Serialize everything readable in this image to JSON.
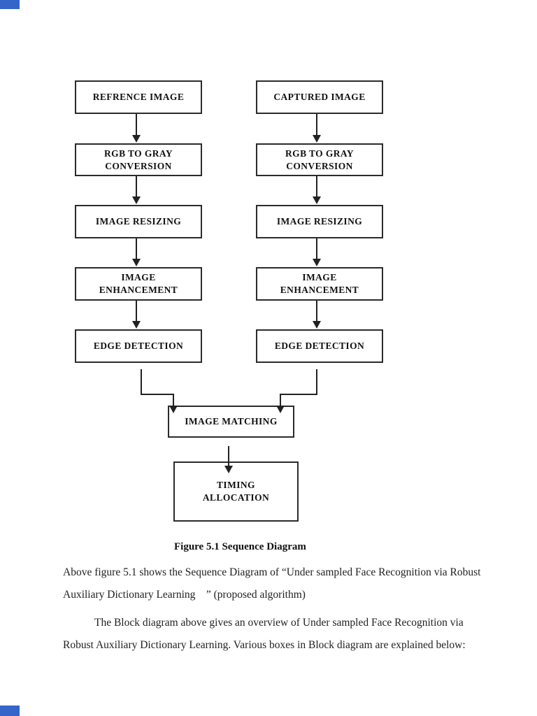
{
  "colors": {
    "corner_marker": "#3565c9",
    "box_border": "#2b2b2b",
    "text": "#1a1a1a"
  },
  "diagram": {
    "left_column": [
      {
        "label": "REFRENCE IMAGE"
      },
      {
        "label": "RGB TO GRAY\nCONVERSION"
      },
      {
        "label": "IMAGE RESIZING"
      },
      {
        "label": "IMAGE\nENHANCEMENT"
      },
      {
        "label": "EDGE DETECTION"
      }
    ],
    "right_column": [
      {
        "label": "CAPTURED IMAGE"
      },
      {
        "label": "RGB TO GRAY\nCONVERSION"
      },
      {
        "label": "IMAGE RESIZING"
      },
      {
        "label": "IMAGE\nENHANCEMENT"
      },
      {
        "label": "EDGE DETECTION"
      }
    ],
    "merge_box": {
      "label": "IMAGE MATCHING"
    },
    "final_box": {
      "label": "TIMING\nALLOCATION"
    },
    "caption": "Figure 5.1 Sequence Diagram"
  },
  "paragraphs": {
    "p1_line1": "Above figure 5.1 shows the Sequence Diagram of “Under sampled Face Recognition via Robust",
    "p1_line2": "Auxiliary Dictionary Learning    ” (proposed algorithm)",
    "p2_line1": "The Block diagram above gives an overview of Under sampled Face Recognition via",
    "p2_line2": "Robust Auxiliary Dictionary Learning. Various boxes in Block diagram are explained below:"
  }
}
